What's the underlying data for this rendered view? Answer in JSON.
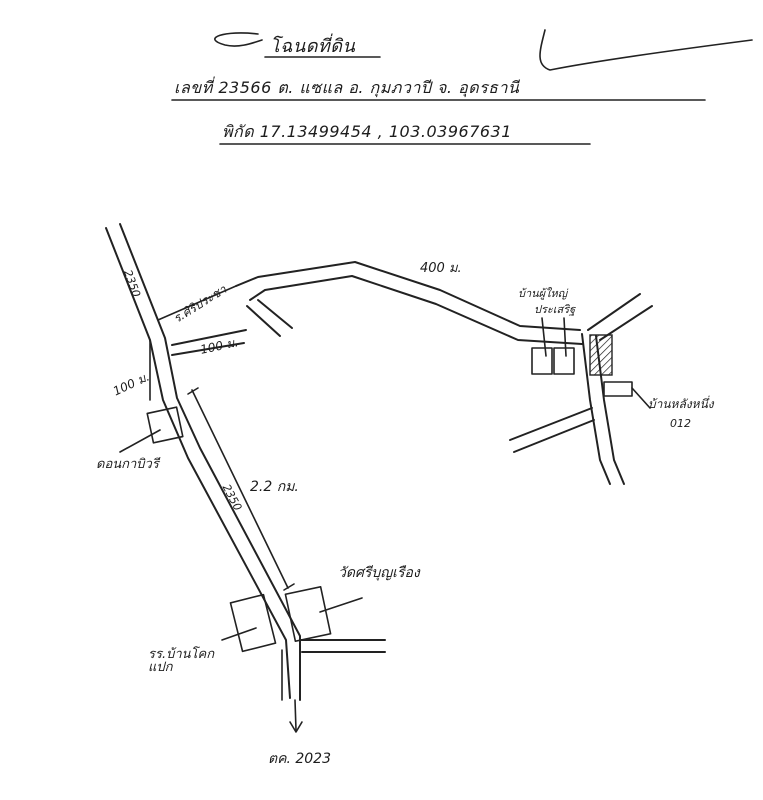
{
  "header": {
    "title": "โฉนดที่ดิน",
    "deed_line": "เลขที่ 23566  ต. แซแล  อ. กุมภวาปี  จ. อุดรธานี",
    "coords_line": "พิกัด 17.13499454 , 103.03967631"
  },
  "labels": {
    "road_name_top": "ร.ศิริประชา",
    "dist_400": "400 ม.",
    "dist_100_a": "100 ม.",
    "dist_100_b": "100 ม.",
    "dist_22": "2.2 กม.",
    "highway_1": "2350",
    "highway_2": "2350",
    "school": "ดอนกาบิวรี",
    "temple": "วัดศรีบุญเรือง",
    "district_office": "รร.บ้านโคก แปก",
    "village_house_1": "บ้านผู้ใหญ่",
    "village_house_2": "ประเสริฐ",
    "landmark_right": "บ้านหลังหนึ่ง",
    "landmark_right_sub": "012",
    "date": "ตค. 2023"
  },
  "colors": {
    "ink": "#222222",
    "paper": "#ffffff"
  }
}
